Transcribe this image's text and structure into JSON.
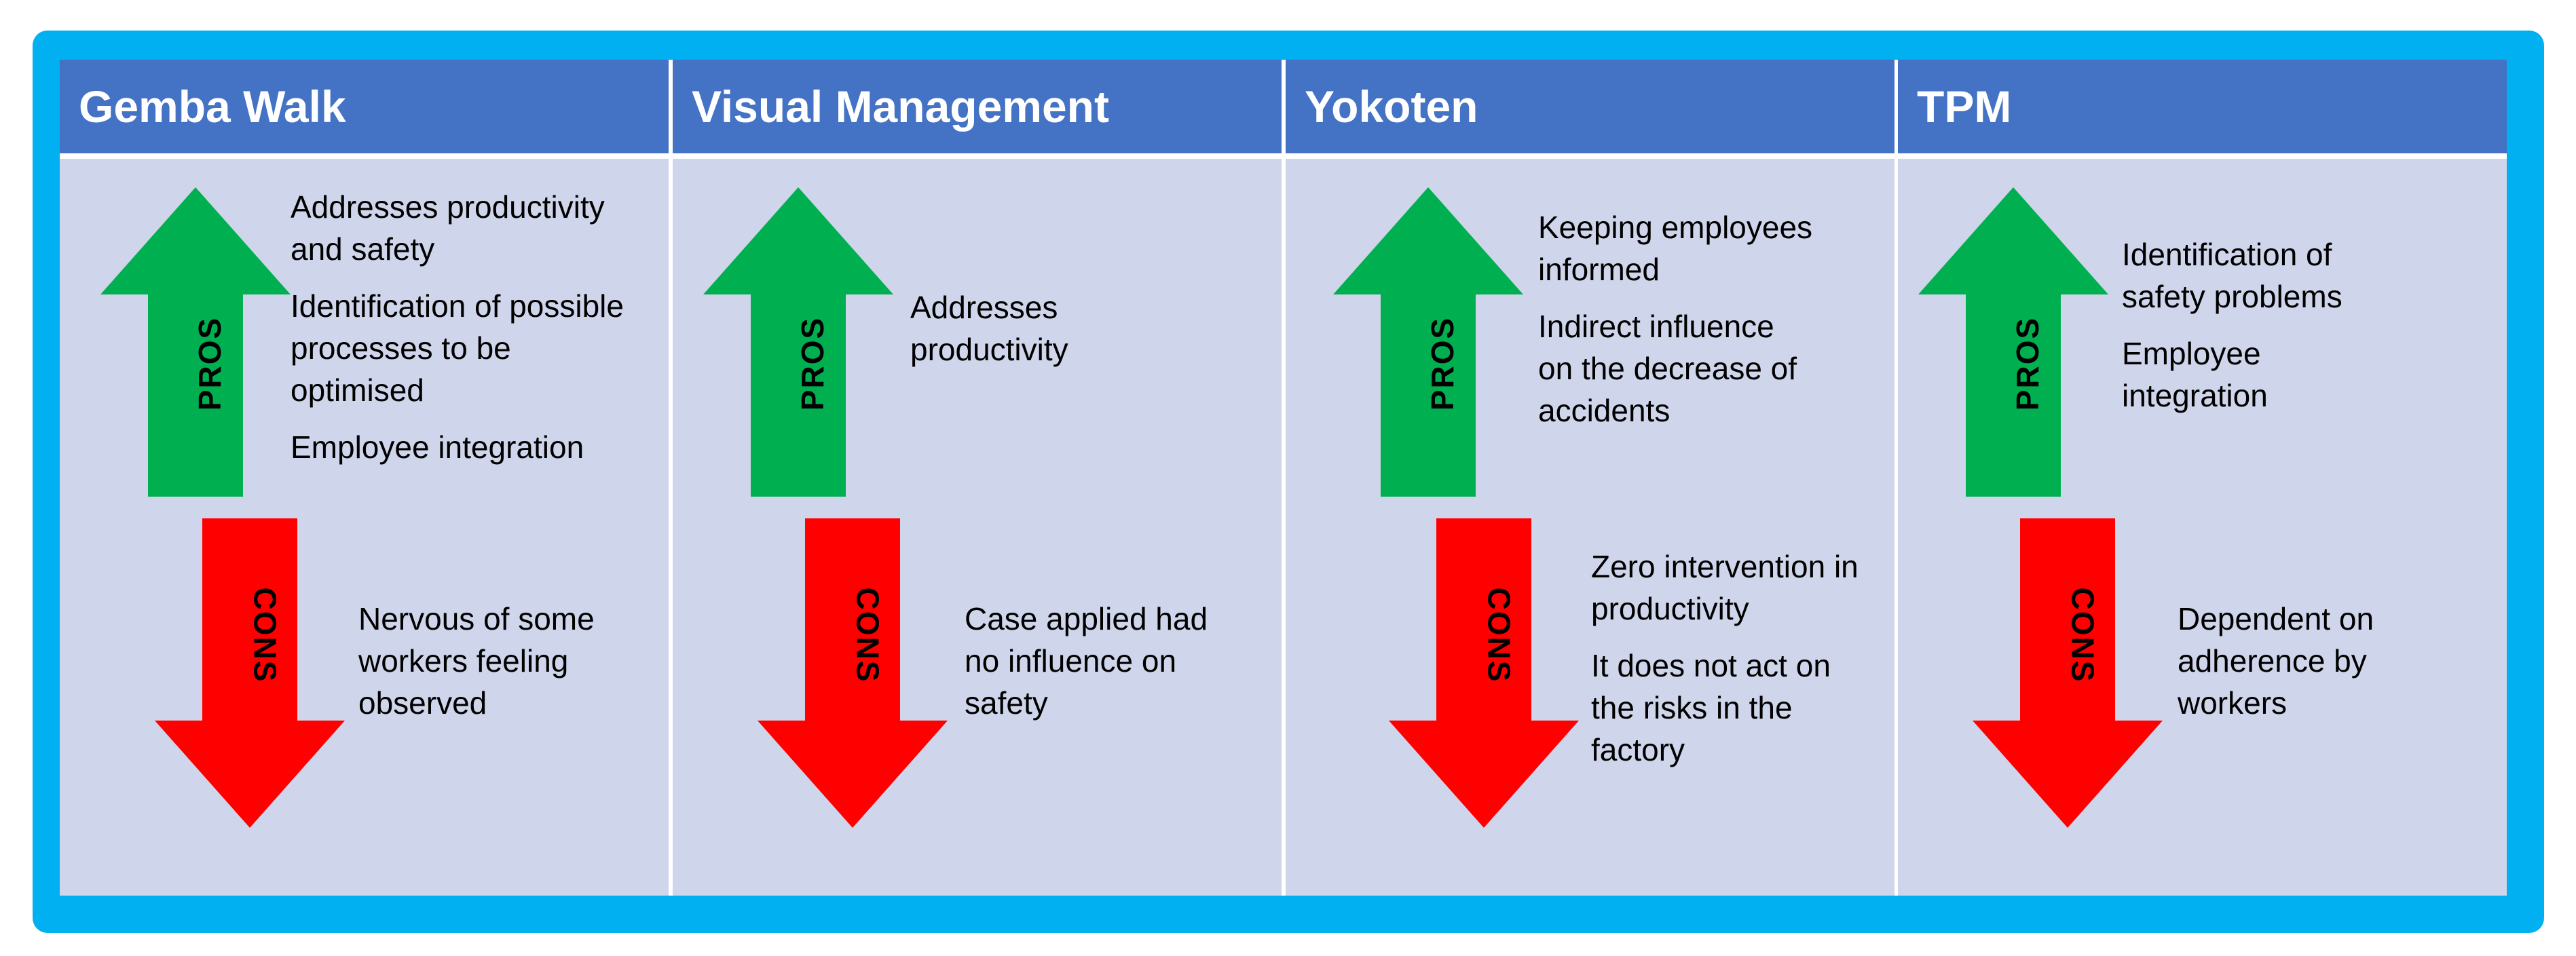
{
  "colors": {
    "frame": "#00b0f0",
    "header": "#4472c4",
    "body": "#cfd5ea",
    "pros_arrow": "#00b050",
    "cons_arrow": "#ff0000"
  },
  "icons": {
    "pros": "green-up-arrow",
    "cons": "red-down-arrow"
  },
  "columns": [
    {
      "title": "Gemba Walk",
      "pros_label": "PROS",
      "cons_label": "CONS",
      "pros": [
        "Addresses productivity\nand safety",
        "Identification of possible\nprocesses to be\noptimised",
        "Employee integration"
      ],
      "cons": [
        "Nervous of some\nworkers feeling\nobserved"
      ]
    },
    {
      "title": "Visual Management",
      "pros_label": "PROS",
      "cons_label": "CONS",
      "pros": [
        "Addresses\nproductivity"
      ],
      "cons": [
        "Case applied had\nno influence on\nsafety"
      ]
    },
    {
      "title": "Yokoten",
      "pros_label": "PROS",
      "cons_label": "CONS",
      "pros": [
        "Keeping employees\ninformed",
        "Indirect influence\non the decrease of\naccidents"
      ],
      "cons": [
        "Zero intervention in\nproductivity",
        "It does not act on\nthe risks in the\nfactory"
      ]
    },
    {
      "title": "TPM",
      "pros_label": "PROS",
      "cons_label": "CONS",
      "pros": [
        "Identification of\nsafety problems",
        "Employee\nintegration"
      ],
      "cons": [
        "Dependent on\nadherence by\nworkers"
      ]
    }
  ]
}
